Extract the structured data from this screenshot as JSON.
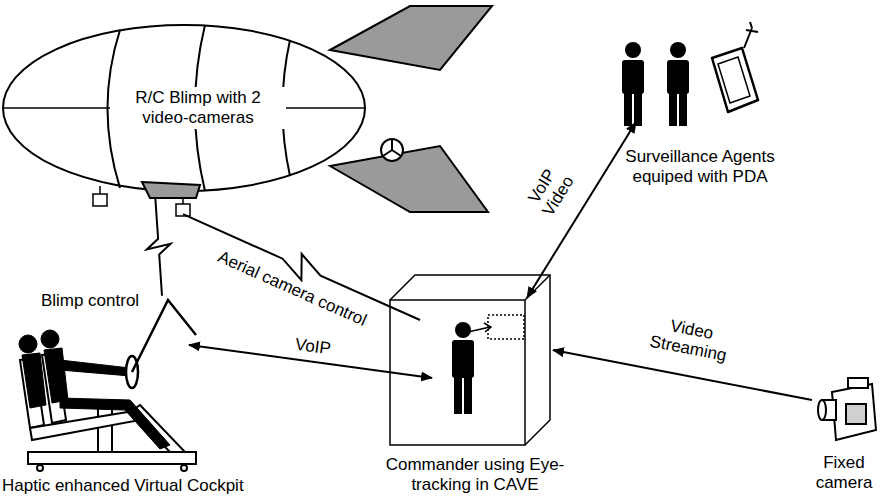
{
  "diagram": {
    "nodes": [
      {
        "text": [
          "R/C Blimp with 2 video-cameras"
        ]
      },
      {
        "text": [
          "Surveillance Agents equiped with PDA"
        ]
      },
      {
        "text": [
          "Haptic enhanced Virtual Cockpit"
        ]
      },
      {
        "text": [
          "Commander using Eye-tracking in CAVE"
        ]
      },
      {
        "text": [
          "Fixed camera"
        ]
      }
    ],
    "edges": [
      {
        "from": 2,
        "to": 0,
        "label": "Blimp control",
        "arrow": "none"
      },
      {
        "from": 3,
        "to": 0,
        "label": "Aerial camera control",
        "arrow": "none"
      },
      {
        "from": 1,
        "to": 3,
        "label": "VoIP Video",
        "arrow": "both"
      },
      {
        "from": 2,
        "to": 3,
        "label": "VoIP",
        "arrow": "both"
      },
      {
        "from": 4,
        "to": 3,
        "label": "Video Streaming",
        "arrow": "to"
      }
    ]
  }
}
